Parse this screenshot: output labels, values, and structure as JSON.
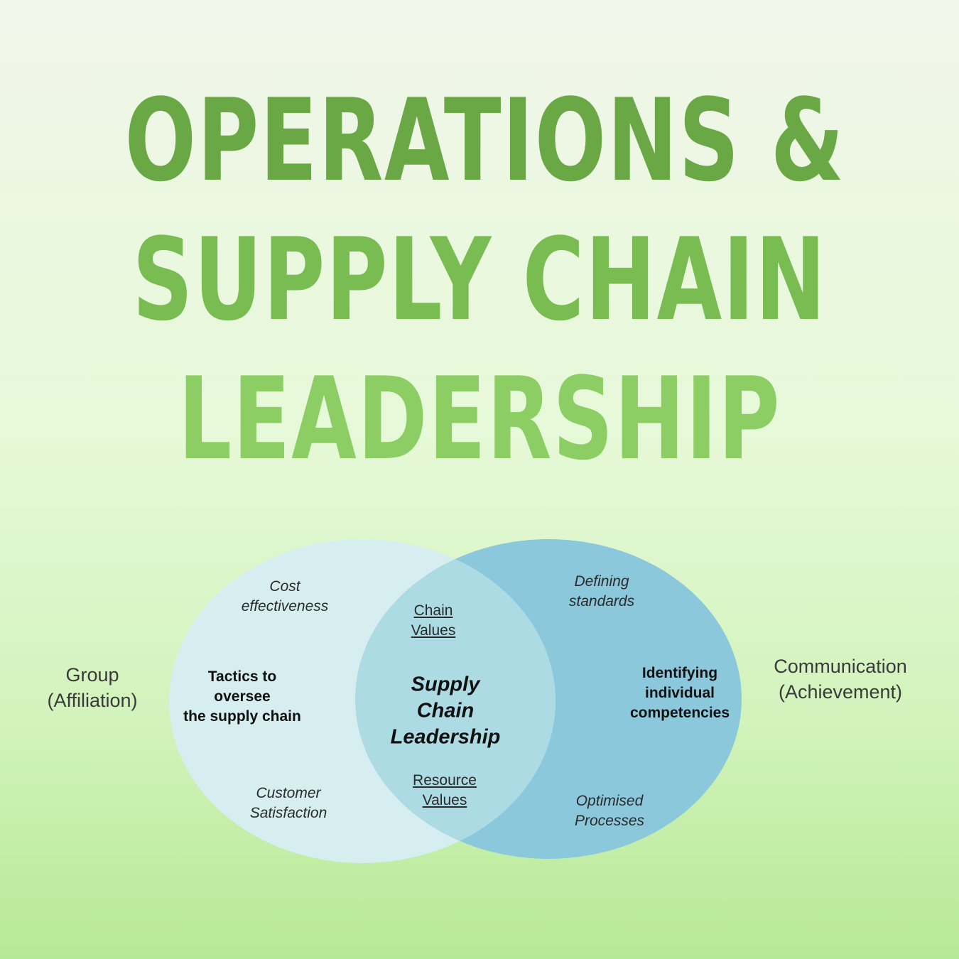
{
  "title": {
    "line1": "OPERATIONS &",
    "line2": "SUPPLY CHAIN",
    "line3": "LEADERSHIP"
  },
  "diagram": {
    "left_circle_color": "#d6eef0",
    "right_circle_color": "#8cc8dc",
    "overlap_color": "#acdbe3",
    "left_side_label": [
      "Group",
      "(Affiliation)"
    ],
    "right_side_label": [
      "Communication",
      "(Achievement)"
    ],
    "left_top": [
      "Cost",
      "effectiveness"
    ],
    "left_center": [
      "Tactics to",
      "oversee",
      "the supply chain"
    ],
    "left_bottom": [
      "Customer",
      "Satisfaction"
    ],
    "overlap_top": [
      "Chain",
      "Values"
    ],
    "overlap_center": [
      "Supply",
      "Chain",
      "Leadership"
    ],
    "overlap_bottom": [
      "Resource",
      "Values"
    ],
    "right_top": [
      "Defining",
      "standards"
    ],
    "right_center": [
      "Identifying",
      "individual",
      "competencies"
    ],
    "right_bottom": [
      "Optimised",
      "Processes"
    ]
  }
}
